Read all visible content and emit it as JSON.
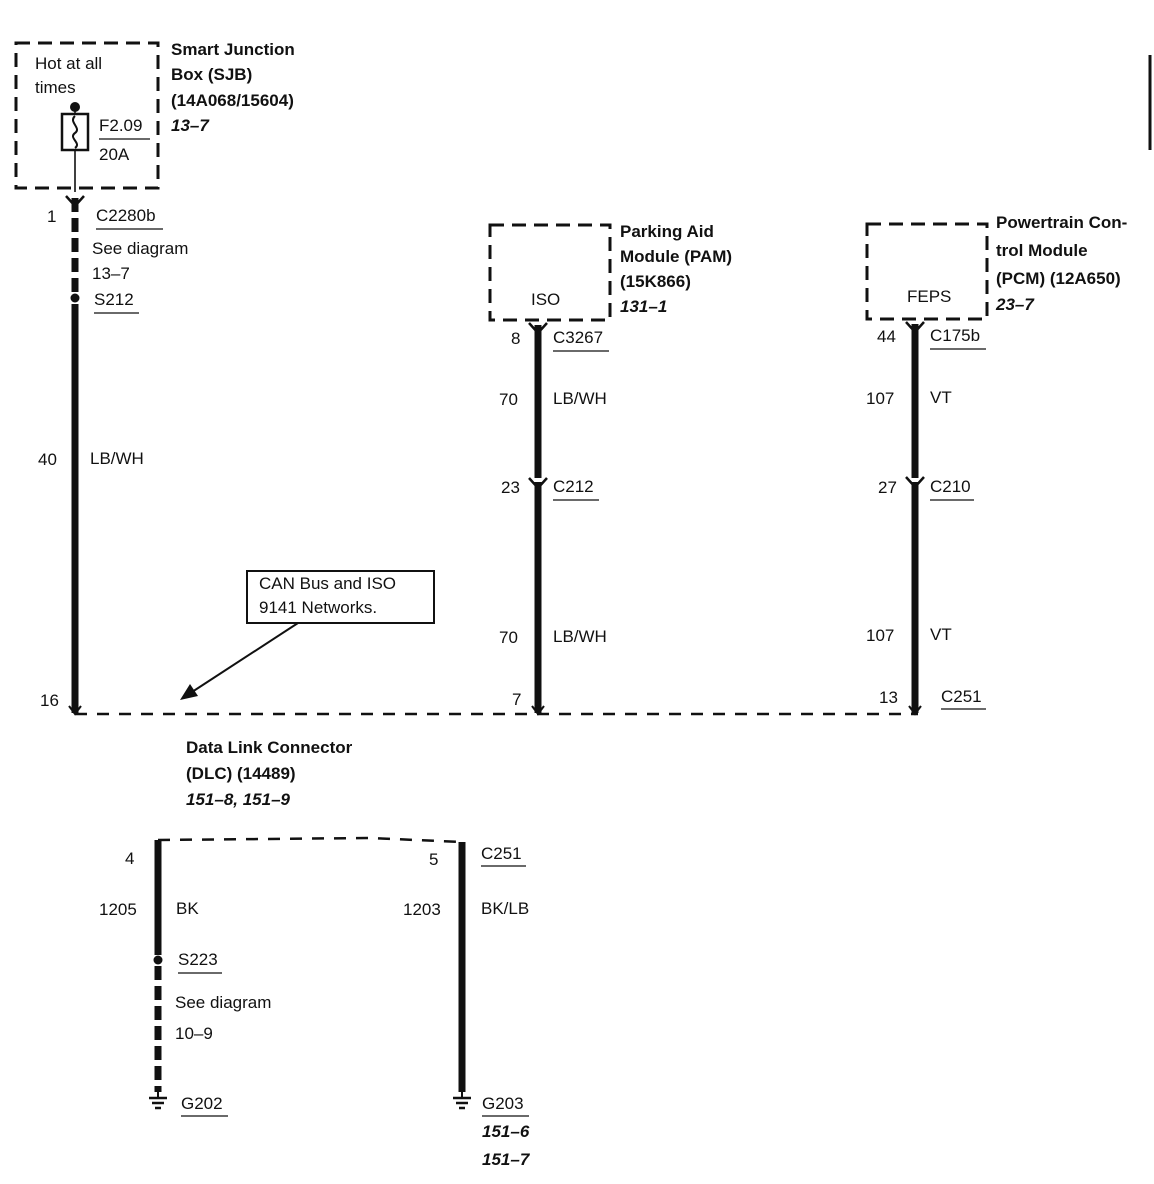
{
  "sjb": {
    "hot_line1": "Hot at all",
    "hot_line2": "times",
    "fuse_id": "F2.09",
    "fuse_rating": "20A",
    "name_line1": "Smart Junction",
    "name_line2": "Box (SJB)",
    "name_line3": "(14A068/15604)",
    "ref": "13–7"
  },
  "left_wire": {
    "pin_top": "1",
    "connector": "C2280b",
    "see_line1": "See diagram",
    "see_line2": "13–7",
    "splice": "S212",
    "circuit": "40",
    "color": "LB/WH",
    "pin_bottom": "16"
  },
  "pam": {
    "box_label": "ISO",
    "name_line1": "Parking Aid",
    "name_line2": "Module (PAM)",
    "name_line3": "(15K866)",
    "ref": "131–1",
    "pin_top": "8",
    "connector_top": "C3267",
    "circuit_upper": "70",
    "color_upper": "LB/WH",
    "pin_mid": "23",
    "connector_mid": "C212",
    "circuit_lower": "70",
    "color_lower": "LB/WH",
    "pin_bottom": "7"
  },
  "pcm": {
    "box_label": "FEPS",
    "name_line1": "Powertrain Con-",
    "name_line2": "trol Module",
    "name_line3": "(PCM) (12A650)",
    "ref": "23–7",
    "pin_top": "44",
    "connector_top": "C175b",
    "circuit_upper": "107",
    "color_upper": "VT",
    "pin_mid": "27",
    "connector_mid": "C210",
    "circuit_lower": "107",
    "color_lower": "VT",
    "pin_bottom": "13",
    "connector_bottom": "C251"
  },
  "callout": {
    "line1": "CAN Bus and ISO",
    "line2": "9141 Networks."
  },
  "dlc": {
    "name_line1": "Data Link Connector",
    "name_line2": "(DLC) (14489)",
    "refs": "151–8, 151–9"
  },
  "ground_left": {
    "pin": "4",
    "circuit": "1205",
    "color": "BK",
    "splice": "S223",
    "see_line1": "See diagram",
    "see_line2": "10–9",
    "ground": "G202"
  },
  "ground_right": {
    "pin": "5",
    "connector": "C251",
    "circuit": "1203",
    "color": "BK/LB",
    "ground": "G203",
    "ref1": "151–6",
    "ref2": "151–7"
  }
}
